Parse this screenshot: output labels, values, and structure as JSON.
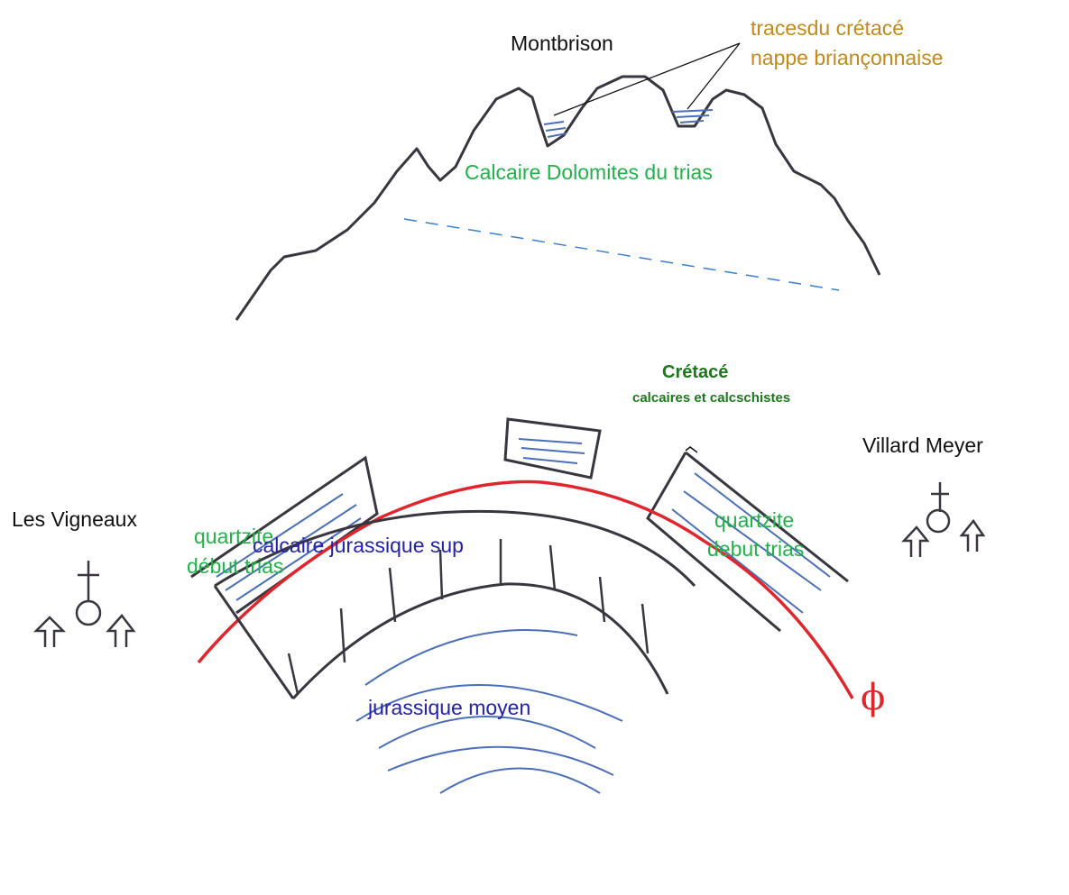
{
  "labels": {
    "montbrison": "Montbrison",
    "traces_line1": "tracesdu crétacé",
    "traces_line2": "nappe briançonnaise",
    "calcaire_dolomites": "Calcaire  Dolomites du trias",
    "cretace": "Crétacé",
    "cretace_sub": "calcaires et calcschistes",
    "villard_meyer": "Villard Meyer",
    "les_vigneaux": "Les Vigneaux",
    "quartzite_left_1": "quartzite",
    "quartzite_left_2": "début trias",
    "calcaire_jurassique": "calcaire jurassique sup",
    "quartzite_right_1": "quartzite",
    "quartzite_right_2": "debut trias",
    "jurassique_moyen": "jurassique moyen",
    "fault_symbol": "ϕ"
  },
  "colors": {
    "outline": "#3a3640",
    "fault": "#e0262c",
    "strata": "#4a6fb8",
    "cross_section_dash": "#3a7fd0"
  }
}
